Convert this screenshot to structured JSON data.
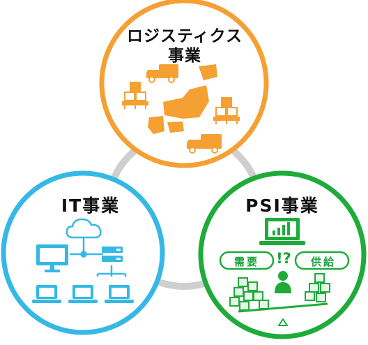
{
  "circles": {
    "logistics": {
      "title_line1": "ロジスティクス",
      "title_line2": "事業",
      "color": "#f5a033"
    },
    "it": {
      "title": "IT事業",
      "color": "#35b8e6"
    },
    "psi": {
      "title": "PSI事業",
      "color": "#1eab3a",
      "demand_label": "需要",
      "supply_label": "供給",
      "center_mark": "!?"
    }
  },
  "connector_color": "#cfcfcf",
  "icons": [
    "truck-icon",
    "boxes-on-pallet-icon",
    "japan-map-icon",
    "cloud-icon",
    "monitor-icon",
    "server-icon",
    "laptop-icon",
    "chart-laptop-icon",
    "person-icon",
    "cube-stack-icon",
    "balance-scale-icon"
  ]
}
